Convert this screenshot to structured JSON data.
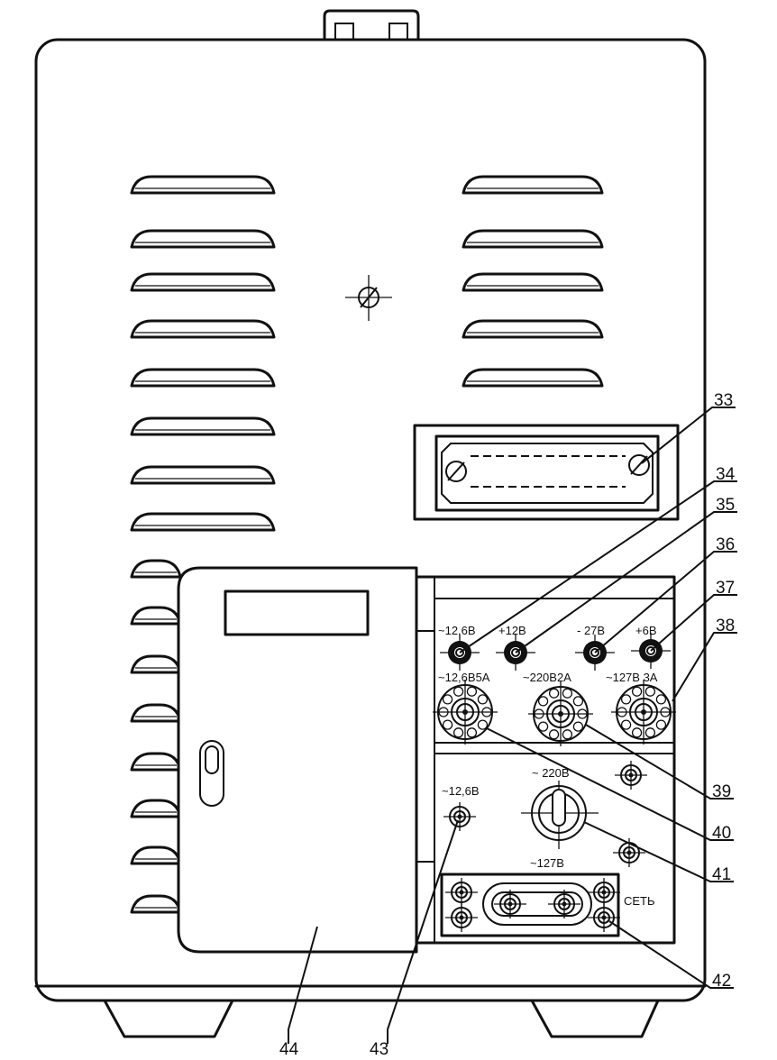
{
  "panel_labels": {
    "out_12_6v": "~12,6В",
    "out_plus12v": "+12В",
    "out_minus27v": "- 27В",
    "out_plus6v": "+6В",
    "fuse_12_6v_5a": "~12,6В5А",
    "fuse_220v_2a": "~220В2А",
    "fuse_127v_3a": "~127В 3А",
    "switch_220v": "~ 220В",
    "switch_127v": "~127В",
    "lower_12_6v": "~12,6В",
    "mains": "СЕТЬ"
  },
  "callouts": [
    "33",
    "34",
    "35",
    "36",
    "37",
    "38",
    "39",
    "40",
    "41",
    "42",
    "43",
    "44"
  ]
}
